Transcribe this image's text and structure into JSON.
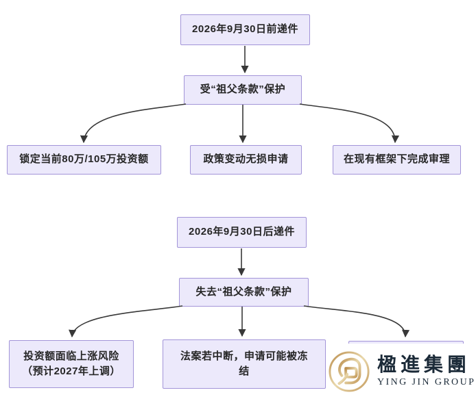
{
  "flowchart": {
    "top": {
      "root": "2026年9月30日前递件",
      "middle": "受“祖父条款”保护",
      "leaves": [
        "锁定当前80万/105万投资额",
        "政策变动无损申请",
        "在现有框架下完成审理"
      ]
    },
    "bottom": {
      "root": "2026年9月30日后递件",
      "middle": "失去“祖父条款”保护",
      "leaves": [
        "投资额面临上涨风险\n（预计2027年上调）",
        "法案若中断，申请可能被冻\n结",
        ""
      ]
    }
  },
  "logo": {
    "name_zh": "楹進集團",
    "name_en": "YING JIN GROUP"
  },
  "colors": {
    "node_fill": "#ECE9FB",
    "node_border": "#A294D8",
    "node_text": "#262626",
    "arrow": "#383838",
    "logo_gold": "#C49A5B",
    "logo_text": "#1B2A38",
    "background": "#FFFFFF"
  }
}
